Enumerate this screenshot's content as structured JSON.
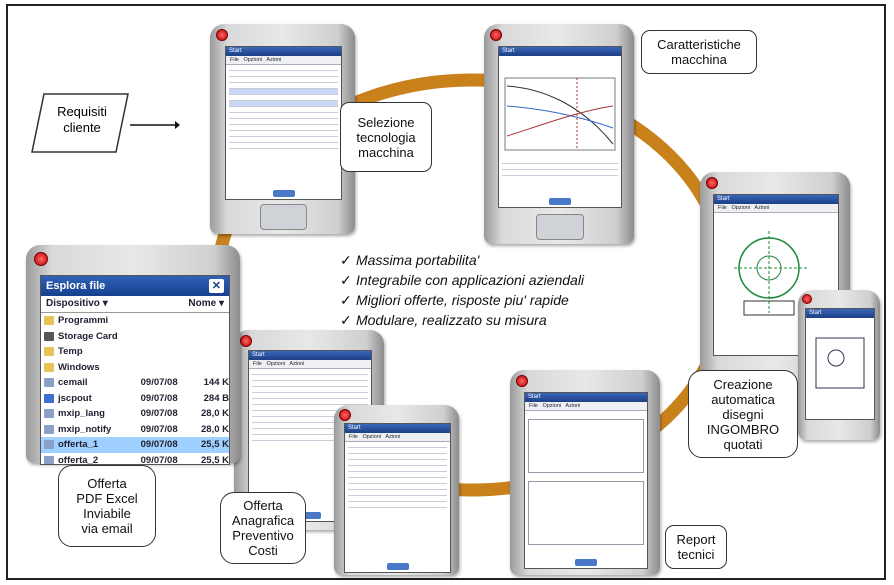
{
  "callouts": {
    "requisiti": [
      "Requisiti",
      "cliente"
    ],
    "selezione": [
      "Selezione",
      "tecnologia",
      "macchina"
    ],
    "caratteristiche": [
      "Caratteristiche",
      "macchina"
    ],
    "creazione": [
      "Creazione",
      "automatica",
      "disegni",
      "INGOMBRO",
      "quotati"
    ],
    "report": [
      "Report",
      "tecnici"
    ],
    "anagrafica": [
      "Offerta",
      "Anagrafica",
      "Preventivo",
      "Costi"
    ],
    "offerta_pdf": [
      "Offerta",
      "PDF Excel",
      "Inviabile",
      "via email"
    ]
  },
  "bullets": [
    "Massima portabilita'",
    "Integrabile con applicazioni aziendali",
    "Migliori offerte, risposte piu' rapide",
    "Modulare, realizzato su misura"
  ],
  "file_explorer": {
    "title": "Esplora file",
    "location": "Dispositivo",
    "sort": "Nome",
    "items": [
      {
        "name": "Programmi",
        "date": "",
        "size": "",
        "type": "folder"
      },
      {
        "name": "Storage Card",
        "date": "",
        "size": "",
        "type": "card"
      },
      {
        "name": "Temp",
        "date": "",
        "size": "",
        "type": "folder"
      },
      {
        "name": "Windows",
        "date": "",
        "size": "",
        "type": "folder"
      },
      {
        "name": "cemail",
        "date": "09/07/08",
        "size": "144 K",
        "type": "file"
      },
      {
        "name": "jscpout",
        "date": "09/07/08",
        "size": "284 B",
        "type": "doc"
      },
      {
        "name": "mxip_lang",
        "date": "09/07/08",
        "size": "28,0 K",
        "type": "file"
      },
      {
        "name": "mxip_notify",
        "date": "09/07/08",
        "size": "28,0 K",
        "type": "file"
      },
      {
        "name": "offerta_1",
        "date": "09/07/08",
        "size": "25,5 K",
        "type": "file",
        "selected": true
      },
      {
        "name": "offerta_2",
        "date": "09/07/08",
        "size": "25,5 K",
        "type": "file"
      }
    ]
  },
  "device_screens": {
    "start": "Start",
    "menu": [
      "File",
      "Opzioni",
      "Azioni"
    ]
  },
  "colors": {
    "ring": "#c9811c",
    "highlight": "#9fd0ff",
    "titlebar": "#2f62b8"
  }
}
